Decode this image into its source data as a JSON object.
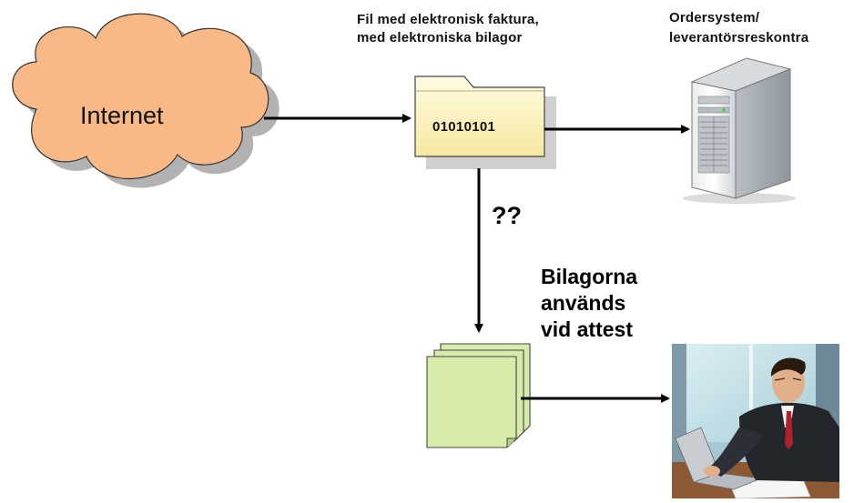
{
  "cloud_label": "Internet",
  "file_caption": [
    "Fil med elektronisk faktura,",
    "med elektroniska bilagor"
  ],
  "file_content": "01010101",
  "server_caption": [
    "Ordersystem/",
    "leverantörsreskontra"
  ],
  "question_label": "??",
  "attachments_caption": [
    "Bilagorna",
    "används",
    "vid attest"
  ],
  "colors": {
    "cloud_fill": "#f9b987",
    "folder_fill": "#fdf6c4",
    "pages_fill": "#d8ecaa",
    "arrow": "#000000"
  }
}
